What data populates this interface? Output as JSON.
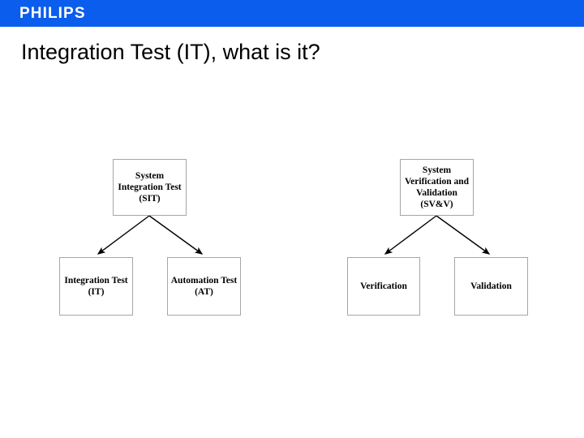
{
  "header": {
    "brand": "PHILIPS",
    "brand_bg_color": "#0b5ded",
    "brand_text_color": "#ffffff"
  },
  "slide": {
    "title": "Integration Test (IT), what is it?",
    "background_color": "#ffffff"
  },
  "diagrams": [
    {
      "id": "sit-breakdown",
      "root": {
        "id": "sit",
        "label": "System\nIntegration Test\n(SIT)"
      },
      "children": [
        {
          "id": "it",
          "label": "Integration Test\n(IT)"
        },
        {
          "id": "at",
          "label": "Automation Test\n(AT)"
        }
      ]
    },
    {
      "id": "svv-breakdown",
      "root": {
        "id": "svv",
        "label": "System\nVerification and\nValidation\n(SV&V)"
      },
      "children": [
        {
          "id": "verification",
          "label": "Verification"
        },
        {
          "id": "validation",
          "label": "Validation"
        }
      ]
    }
  ],
  "style": {
    "box_border_color": "#a6a6a6",
    "box_fill_color": "#ffffff",
    "connector_color": "#000000"
  }
}
